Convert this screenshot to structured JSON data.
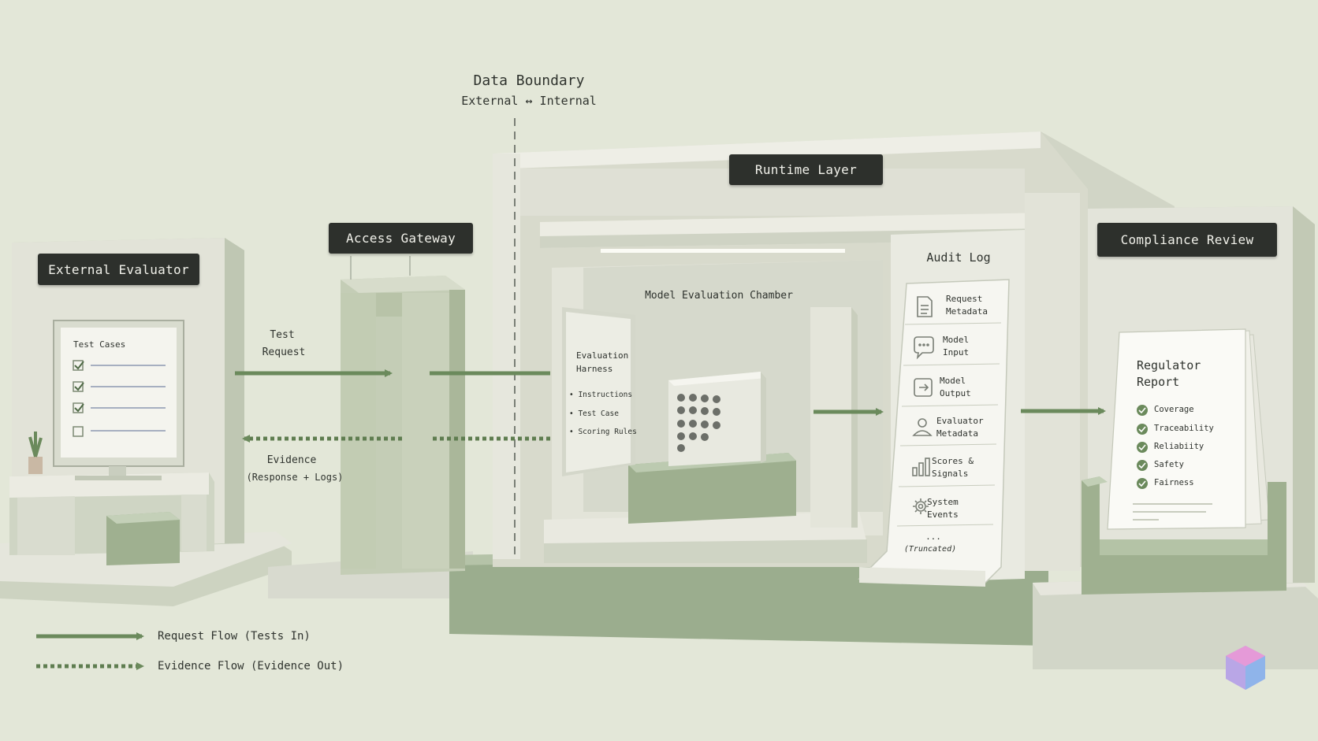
{
  "header": {
    "title": "Data Boundary",
    "subtitle": "External ↔ Internal"
  },
  "zones": {
    "external_evaluator": "External Evaluator",
    "access_gateway": "Access Gateway",
    "runtime_layer": "Runtime Layer",
    "compliance_review": "Compliance Review"
  },
  "monitor": {
    "title": "Test Cases"
  },
  "flows": {
    "test_request_line1": "Test",
    "test_request_line2": "Request",
    "evidence_line1": "Evidence",
    "evidence_line2": "(Response + Logs)"
  },
  "chamber": {
    "title": "Model Evaluation Chamber"
  },
  "harness": {
    "title_line1": "Evaluation",
    "title_line2": "Harness",
    "items": [
      "• Instructions",
      "• Test Case",
      "• Scoring Rules"
    ]
  },
  "audit_log": {
    "title": "Audit Log",
    "items": [
      {
        "line1": "Request",
        "line2": "Metadata",
        "icon": "document-icon"
      },
      {
        "line1": "Model",
        "line2": "Input",
        "icon": "chat-bubble-icon"
      },
      {
        "line1": "Model",
        "line2": "Output",
        "icon": "output-arrow-icon"
      },
      {
        "line1": "Evaluator",
        "line2": "Metadata",
        "icon": "person-icon"
      },
      {
        "line1": "Scores &",
        "line2": "Signals",
        "icon": "bar-chart-icon"
      },
      {
        "line1": "System",
        "line2": "Events",
        "icon": "gear-icon"
      }
    ],
    "ellipsis": "...",
    "truncated": "(Truncated)"
  },
  "report": {
    "title_line1": "Regulator",
    "title_line2": "Report",
    "checks": [
      "Coverage",
      "Traceability",
      "Reliabiity",
      "Safety",
      "Fairness"
    ]
  },
  "legend": {
    "request": "Request Flow (Tests In)",
    "evidence": "Evidence Flow (Evidence Out)"
  },
  "colors": {
    "background": "#e3e7d8",
    "accent_green": "#6b8a5c",
    "plate_dark": "#2d302c",
    "wall_light": "#e8e8de"
  }
}
